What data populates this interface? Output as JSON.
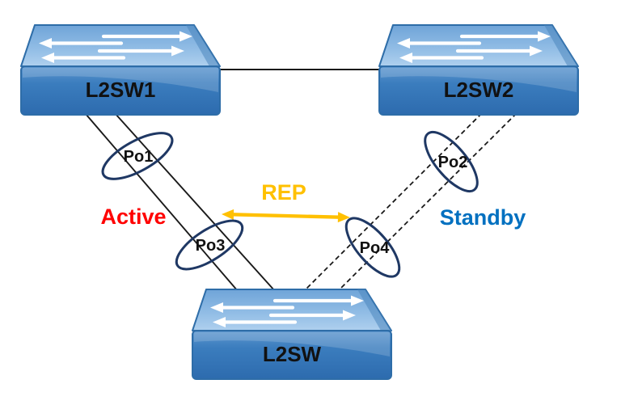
{
  "nodes": {
    "l2sw1": {
      "label": "L2SW1"
    },
    "l2sw2": {
      "label": "L2SW2"
    },
    "l2sw": {
      "label": "L2SW"
    }
  },
  "port_channels": {
    "po1": {
      "label": "Po1"
    },
    "po2": {
      "label": "Po2"
    },
    "po3": {
      "label": "Po3"
    },
    "po4": {
      "label": "Po4"
    }
  },
  "annotations": {
    "active": {
      "label": "Active",
      "color": "#FF0000"
    },
    "standby": {
      "label": "Standby",
      "color": "#0070C0"
    },
    "rep": {
      "label": "REP",
      "color": "#FFC000"
    }
  },
  "links": {
    "l2sw1_l2sw2": {
      "style": "solid",
      "count": 1
    },
    "l2sw1_l2sw": {
      "style": "solid",
      "count": 2
    },
    "l2sw2_l2sw": {
      "style": "dashed",
      "count": 2
    }
  },
  "colors": {
    "link": "#1a1a1a",
    "ellipse_stroke": "#1F3864",
    "switch_top": "#8FB9E4",
    "switch_front": "#3B7DBE",
    "switch_outline": "#2E6DA8",
    "switch_arrow": "#FFFFFF"
  }
}
